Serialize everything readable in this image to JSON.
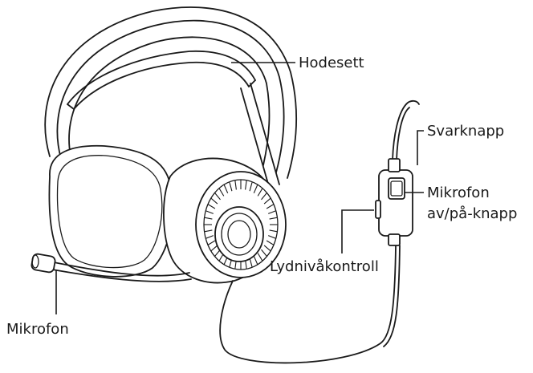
{
  "labels": {
    "headset": "Hodesett",
    "answer_button": "Svarknapp",
    "mic_toggle_line1": "Mikrofon",
    "mic_toggle_line2": "av/på-knapp",
    "volume_control": "Lydnivåkontroll",
    "microphone": "Mikrofon"
  }
}
